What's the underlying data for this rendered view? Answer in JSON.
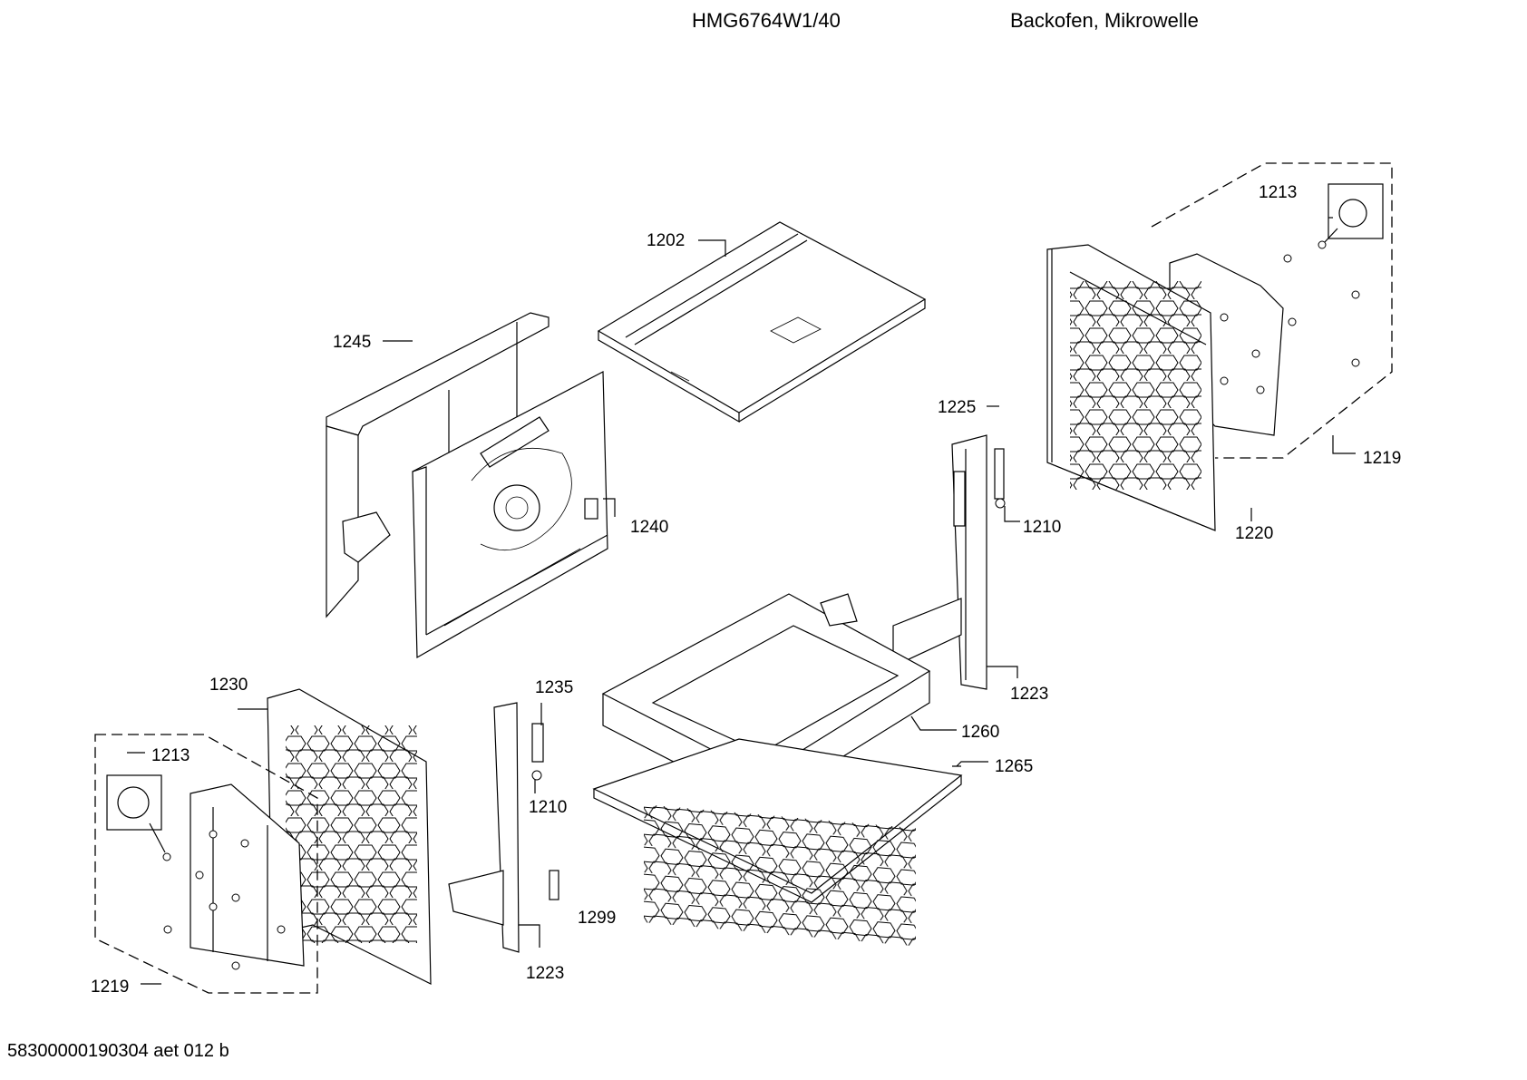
{
  "header": {
    "model": "HMG6764W1/40",
    "description": "Backofen, Mikrowelle"
  },
  "footer": {
    "code": "58300000190304 aet 012 b"
  },
  "diagram": {
    "callouts": [
      {
        "id": "label-1202",
        "text": "1202"
      },
      {
        "id": "label-1245",
        "text": "1245"
      },
      {
        "id": "label-1240",
        "text": "1240"
      },
      {
        "id": "label-1213-top",
        "text": "1213"
      },
      {
        "id": "label-1219-top",
        "text": "1219"
      },
      {
        "id": "label-1220",
        "text": "1220"
      },
      {
        "id": "label-1225",
        "text": "1225"
      },
      {
        "id": "label-1210-top",
        "text": "1210"
      },
      {
        "id": "label-1223-right",
        "text": "1223"
      },
      {
        "id": "label-1260",
        "text": "1260"
      },
      {
        "id": "label-1265",
        "text": "1265"
      },
      {
        "id": "label-1230",
        "text": "1230"
      },
      {
        "id": "label-1213-bottom",
        "text": "1213"
      },
      {
        "id": "label-1235",
        "text": "1235"
      },
      {
        "id": "label-1210-bottom",
        "text": "1210"
      },
      {
        "id": "label-1299",
        "text": "1299"
      },
      {
        "id": "label-1223-left",
        "text": "1223"
      },
      {
        "id": "label-1219-bottom",
        "text": "1219"
      }
    ]
  }
}
